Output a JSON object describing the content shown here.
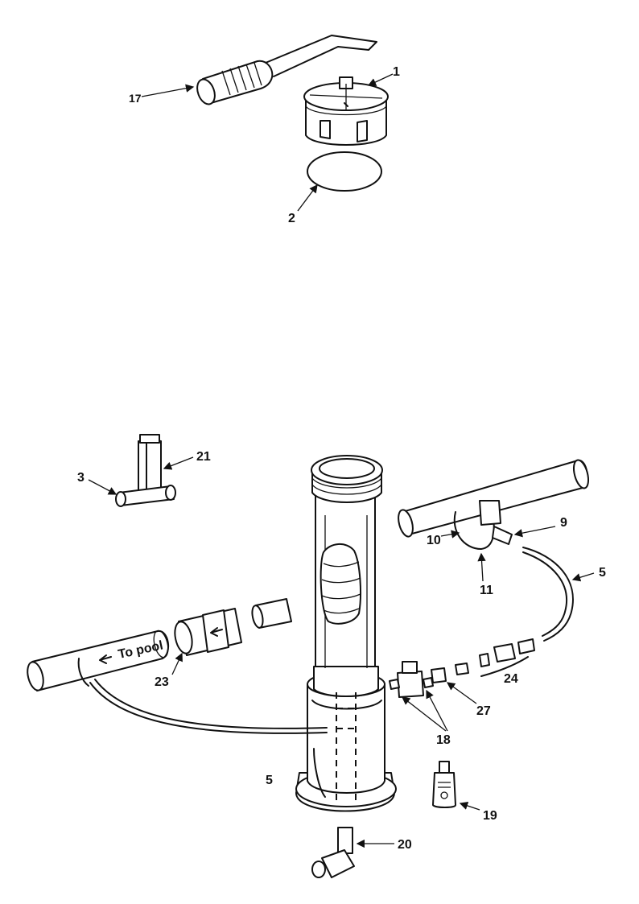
{
  "callouts": {
    "c1": "1",
    "c2": "2",
    "c17": "17",
    "c3": "3",
    "c21": "21",
    "c9": "9",
    "c10": "10",
    "c11": "11",
    "c5a": "5",
    "c5b": "5",
    "c23": "23",
    "c24": "24",
    "c27": "27",
    "c18": "18",
    "c19": "19",
    "c20": "20"
  },
  "pipe_label": "To pool"
}
